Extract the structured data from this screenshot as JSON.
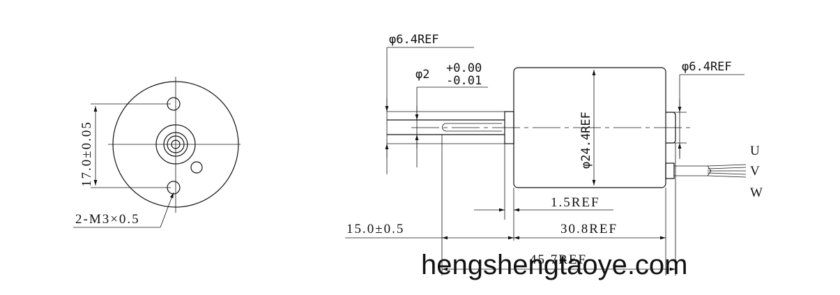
{
  "front_view": {
    "dim_vertical": "17.0±0.05",
    "dim_thread": "2-M3×0.5"
  },
  "side_view": {
    "dim_left_dia": "φ6.4REF",
    "dim_shaft_dia": "φ2",
    "tol_upper": "+0.00",
    "tol_lower": "-0.01",
    "dim_right_dia": "φ6.4REF",
    "dim_body_dia": "φ24.4REF",
    "dim_boss": "1.5REF",
    "dim_shaft_len": "15.0±0.5",
    "dim_body_len": "30.8REF",
    "dim_total_len": "45.7REF",
    "lead_u": "U",
    "lead_v": "V",
    "lead_w": "W"
  },
  "watermark": "hengshengtaoye.com"
}
